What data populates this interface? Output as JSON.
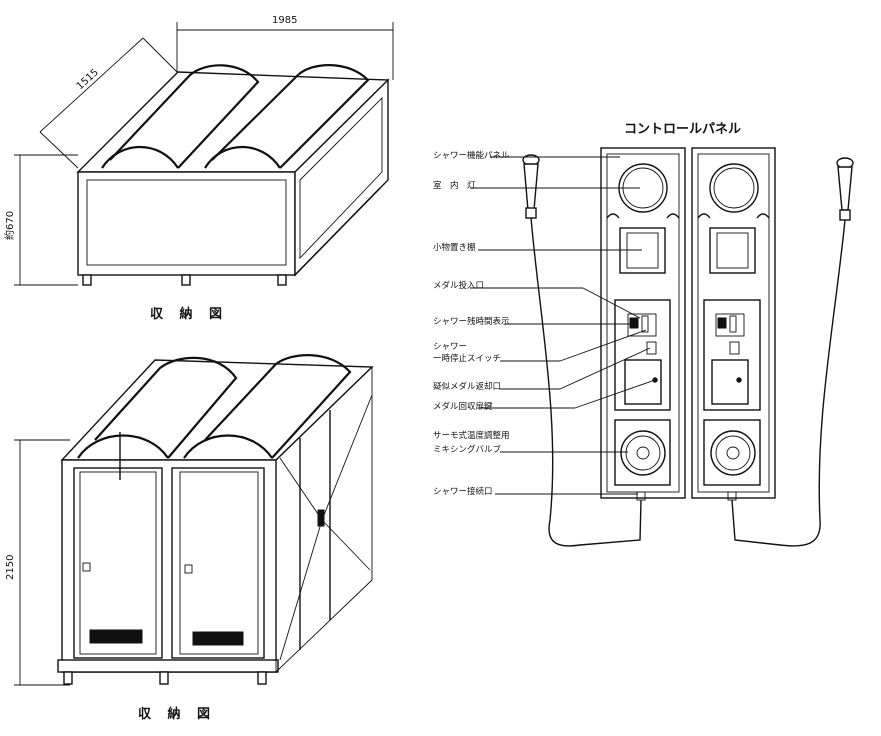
{
  "top_drawing": {
    "dim_width": "1985",
    "dim_depth": "1515",
    "dim_height": "約670",
    "caption": "収 納 図"
  },
  "bottom_drawing": {
    "dim_height": "2150",
    "caption": "収 納 図"
  },
  "control_panel": {
    "title": "コントロールパネル",
    "labels": [
      "シャワー機能パネル",
      "室　内　灯",
      "小物置き棚",
      "メダル投入口",
      "シャワー残時間表示",
      "シャワー",
      "一時停止スイッチ",
      "疑似メダル返却口",
      "メダル回収扉鍵",
      "サーモ式温度調整用",
      "ミキシングバルブ",
      "シャワー接続口"
    ]
  }
}
